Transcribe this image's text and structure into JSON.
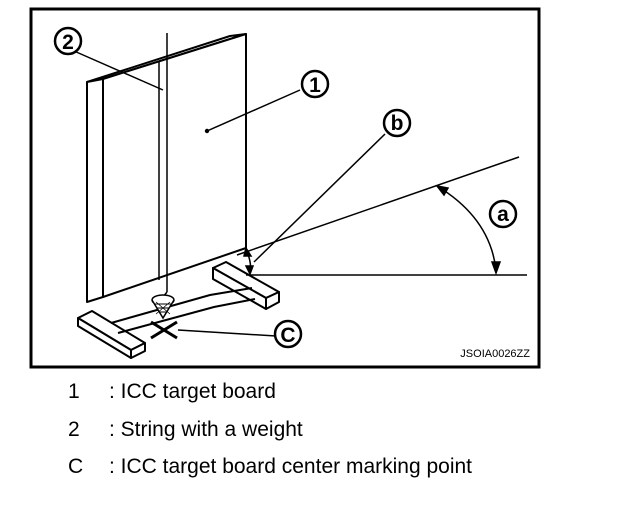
{
  "figure": {
    "callouts": {
      "board": "1",
      "string": "2",
      "center_point": "C",
      "angle_a": "a",
      "angle_b": "b"
    },
    "image_code": "JSOIA0026ZZ"
  },
  "legend": [
    {
      "key": "1",
      "description": ": ICC target board"
    },
    {
      "key": "2",
      "description": ": String with a weight"
    },
    {
      "key": "C",
      "description": ": ICC target board center marking point"
    }
  ]
}
